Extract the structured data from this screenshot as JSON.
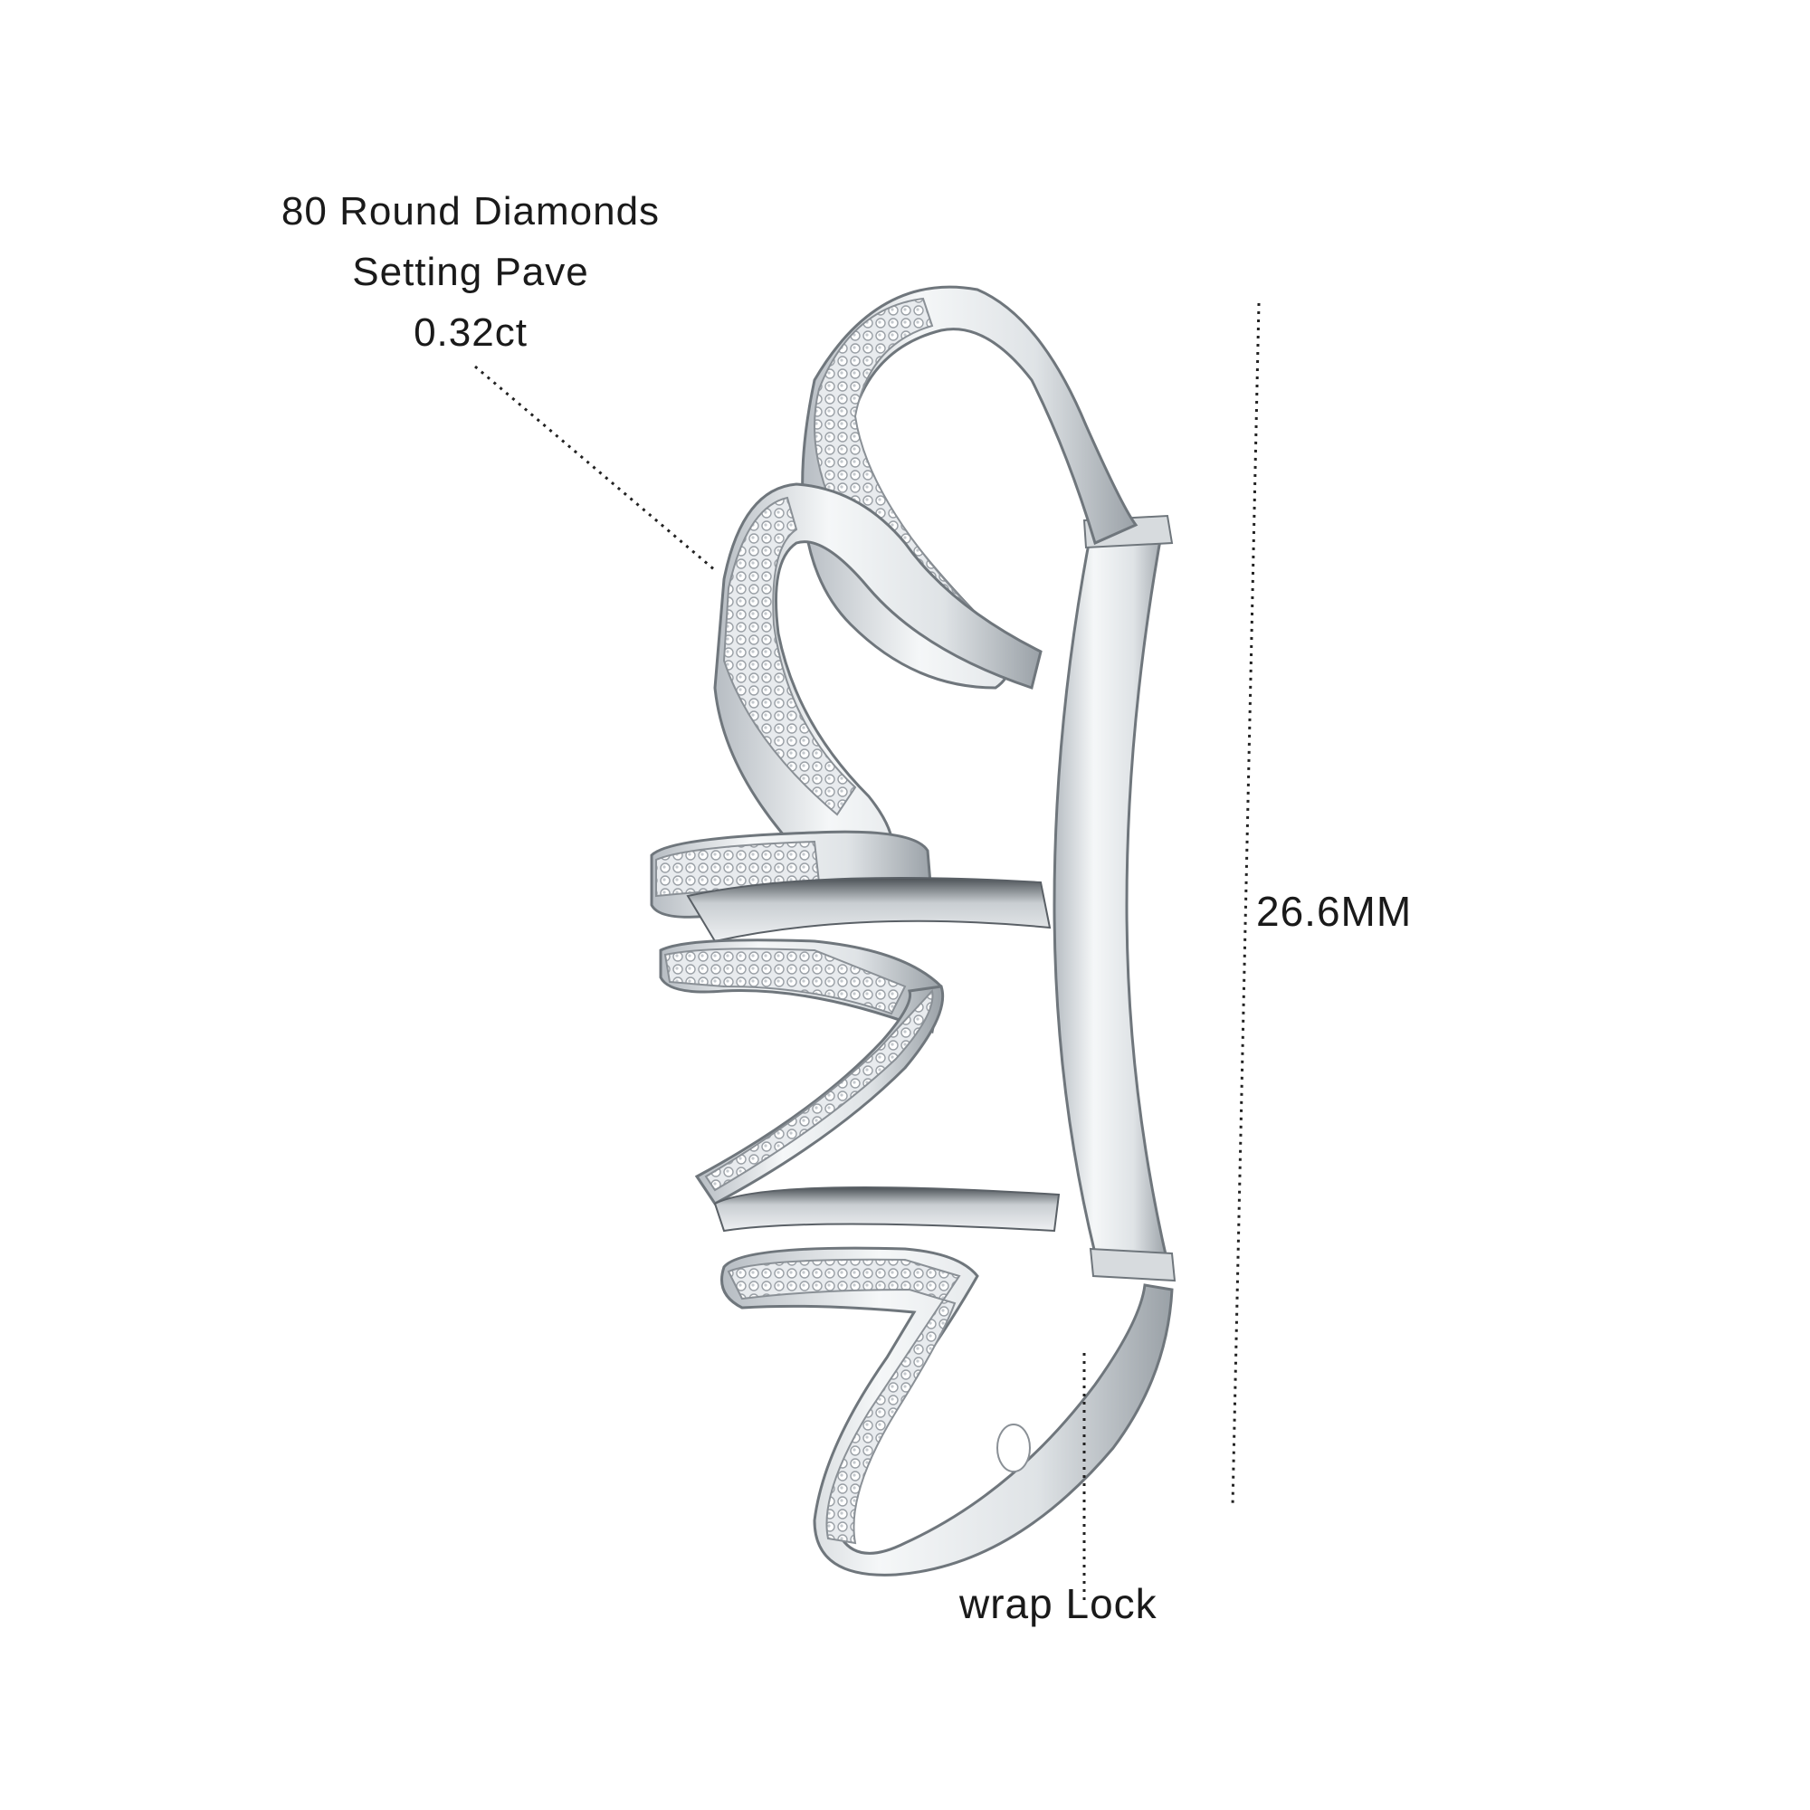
{
  "spec": {
    "diamond_count": "80 Round Diamonds",
    "setting": "Setting Pave",
    "carat": "0.32ct"
  },
  "dimension_label": "26.6MM",
  "lock_label": "wrap Lock",
  "colors": {
    "background": "#ffffff",
    "text": "#1a1a1a",
    "metal": "#e9ecef",
    "metal_shadow": "#8a9096",
    "metal_dark": "#3c4146",
    "leader": "#222222"
  },
  "image": {
    "subject": "white gold pave diamond ear cuff",
    "icon": "ear-cuff-illustration"
  }
}
